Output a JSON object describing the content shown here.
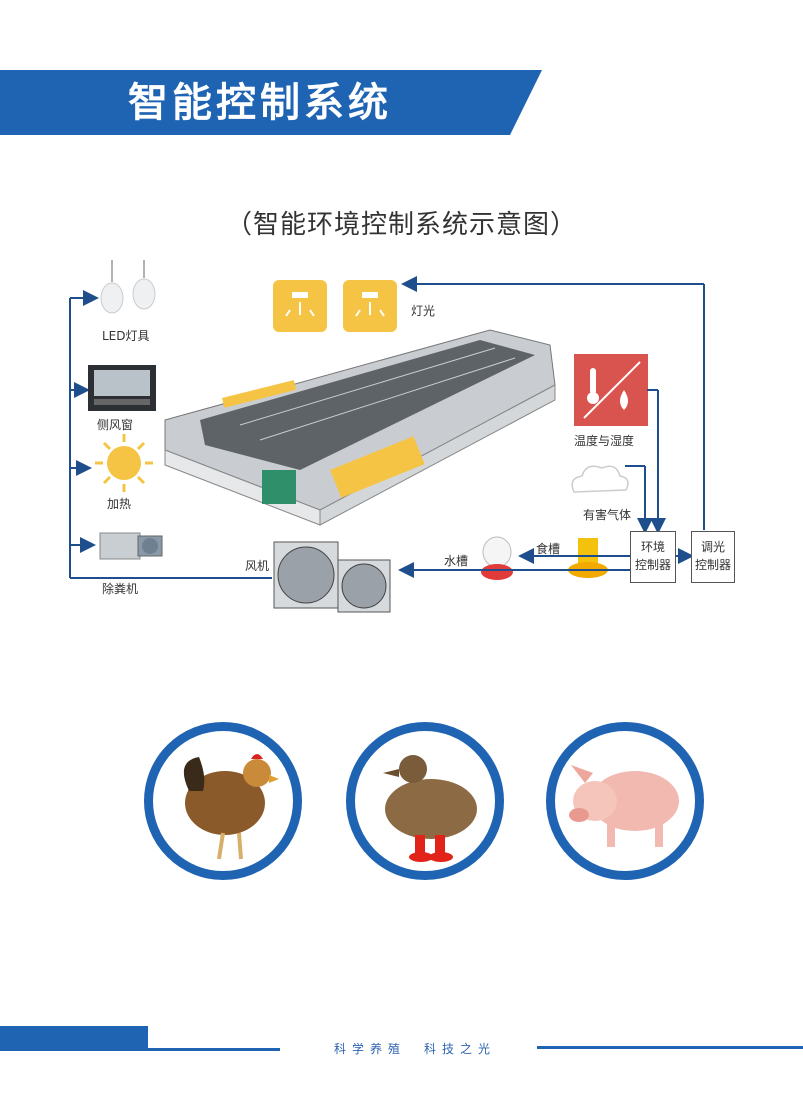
{
  "header": {
    "title": "智能控制系统"
  },
  "diagram": {
    "title": "（智能环境控制系统示意图）",
    "devices": {
      "led": "LED灯具",
      "side_window": "侧风窗",
      "heating": "加热",
      "manure": "除粪机",
      "fan": "风机",
      "water": "水槽",
      "feed": "食槽",
      "light": "灯光",
      "temp_humidity": "温度与湿度",
      "harmful_gas": "有害气体"
    },
    "env_controller": {
      "line1": "环境",
      "line2": "控制器"
    },
    "light_controller": {
      "line1": "调光",
      "line2": "控制器"
    }
  },
  "footer": {
    "text": "科学养殖　科技之光"
  },
  "colors": {
    "brand_blue": "#1f63b3",
    "light_yellow": "#f6c445",
    "sensor_red": "#d9534f"
  }
}
